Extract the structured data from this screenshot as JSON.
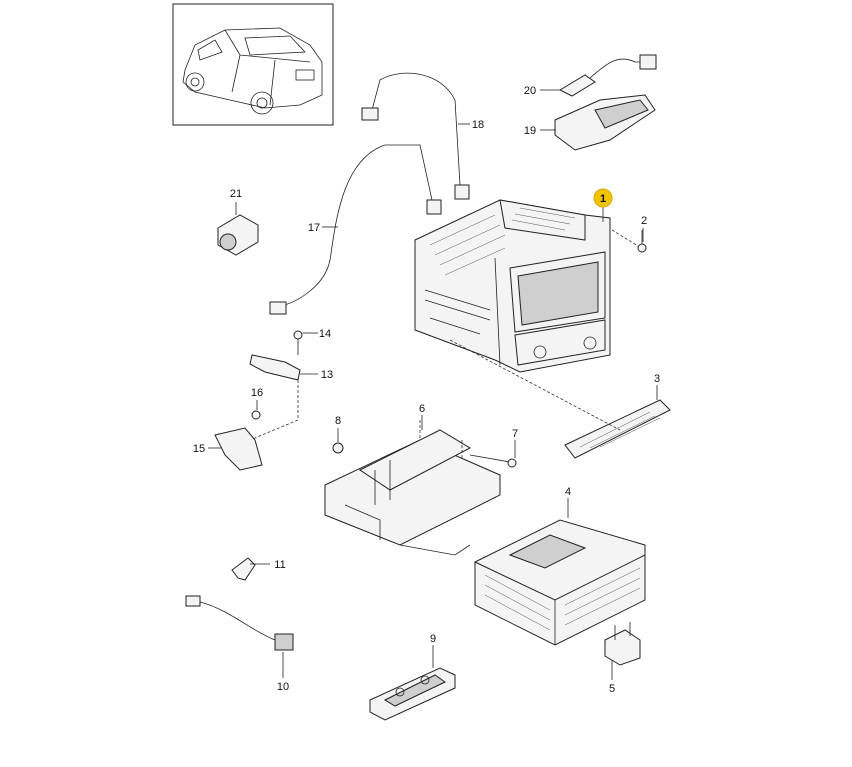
{
  "diagram": {
    "highlight_color": "#f2c400",
    "highlighted_part": "1",
    "parts": [
      {
        "id": "p1",
        "label": "1"
      },
      {
        "id": "p2",
        "label": "2"
      },
      {
        "id": "p3",
        "label": "3"
      },
      {
        "id": "p4",
        "label": "4"
      },
      {
        "id": "p5",
        "label": "5"
      },
      {
        "id": "p6",
        "label": "6"
      },
      {
        "id": "p7",
        "label": "7"
      },
      {
        "id": "p8",
        "label": "8"
      },
      {
        "id": "p9",
        "label": "9"
      },
      {
        "id": "p10",
        "label": "10"
      },
      {
        "id": "p11",
        "label": "11"
      },
      {
        "id": "p13",
        "label": "13"
      },
      {
        "id": "p14",
        "label": "14"
      },
      {
        "id": "p15",
        "label": "15"
      },
      {
        "id": "p16",
        "label": "16"
      },
      {
        "id": "p17",
        "label": "17"
      },
      {
        "id": "p18",
        "label": "18"
      },
      {
        "id": "p19",
        "label": "19"
      },
      {
        "id": "p20",
        "label": "20"
      },
      {
        "id": "p21",
        "label": "21"
      }
    ]
  }
}
